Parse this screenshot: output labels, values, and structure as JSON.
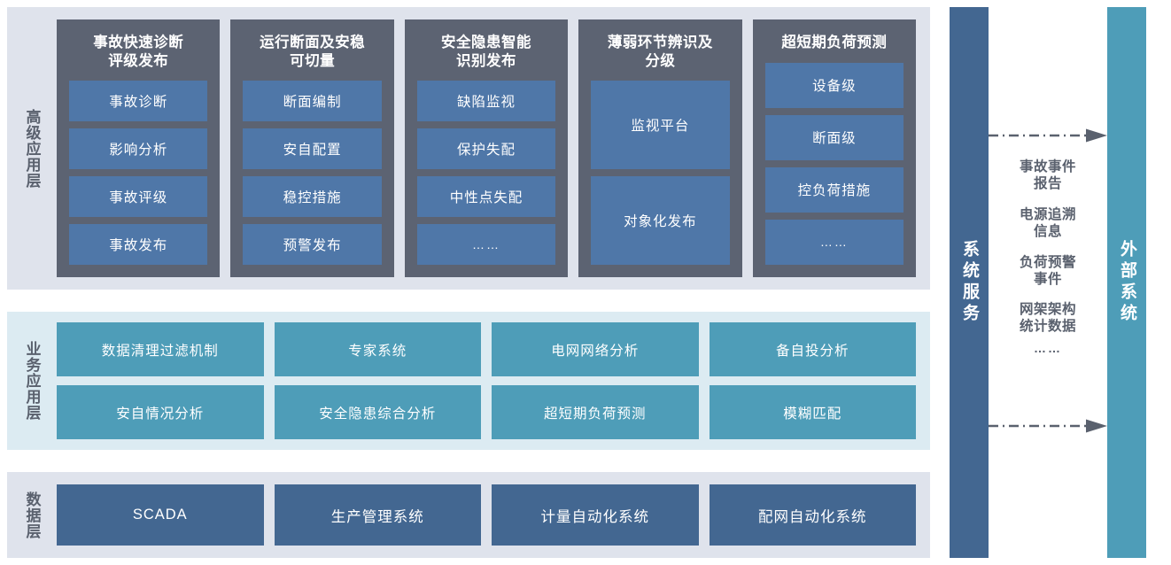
{
  "colors": {
    "panel_bg_gray": "#dfe3ec",
    "panel_bg_teal": "#dcebf2",
    "group_dark": "#5c6372",
    "card_blue": "#4f77a8",
    "business_teal": "#4e9db8",
    "data_blue": "#436791",
    "text_slate": "#5a616e"
  },
  "layers": {
    "advanced": {
      "label": "高级应用层",
      "groups": [
        {
          "title": "事故快速诊断\n评级发布",
          "items": [
            "事故诊断",
            "影响分析",
            "事故评级",
            "事故发布"
          ]
        },
        {
          "title": "运行断面及安稳\n可切量",
          "items": [
            "断面编制",
            "安自配置",
            "稳控措施",
            "预警发布"
          ]
        },
        {
          "title": "安全隐患智能\n识别发布",
          "items": [
            "缺陷监视",
            "保护失配",
            "中性点失配",
            "……"
          ]
        },
        {
          "title": "薄弱环节辨识及\n分级",
          "items": [
            "监视平台",
            "对象化发布"
          ]
        },
        {
          "title": "超短期负荷预测",
          "items": [
            "设备级",
            "断面级",
            "控负荷措施",
            "……"
          ]
        }
      ]
    },
    "business": {
      "label": "业务应用层",
      "cells": [
        "数据清理过滤机制",
        "专家系统",
        "电网网络分析",
        "备自投分析",
        "安自情况分析",
        "安全隐患综合分析",
        "超短期负荷预测",
        "模糊匹配"
      ]
    },
    "data": {
      "label": "数据层",
      "cells": [
        "SCADA",
        "生产管理系统",
        "计量自动化系统",
        "配网自动化系统"
      ]
    }
  },
  "sidebars": {
    "system_service": "系统服务",
    "external_system": "外部系统"
  },
  "flows": {
    "labels": [
      "事故事件\n报告",
      "电源追溯\n信息",
      "负荷预警\n事件",
      "网架架构\n统计数据"
    ],
    "ellipsis": "……",
    "arrow_top_name": "dash-dot-arrow-right",
    "arrow_bottom_name": "dash-dot-arrow-right"
  }
}
